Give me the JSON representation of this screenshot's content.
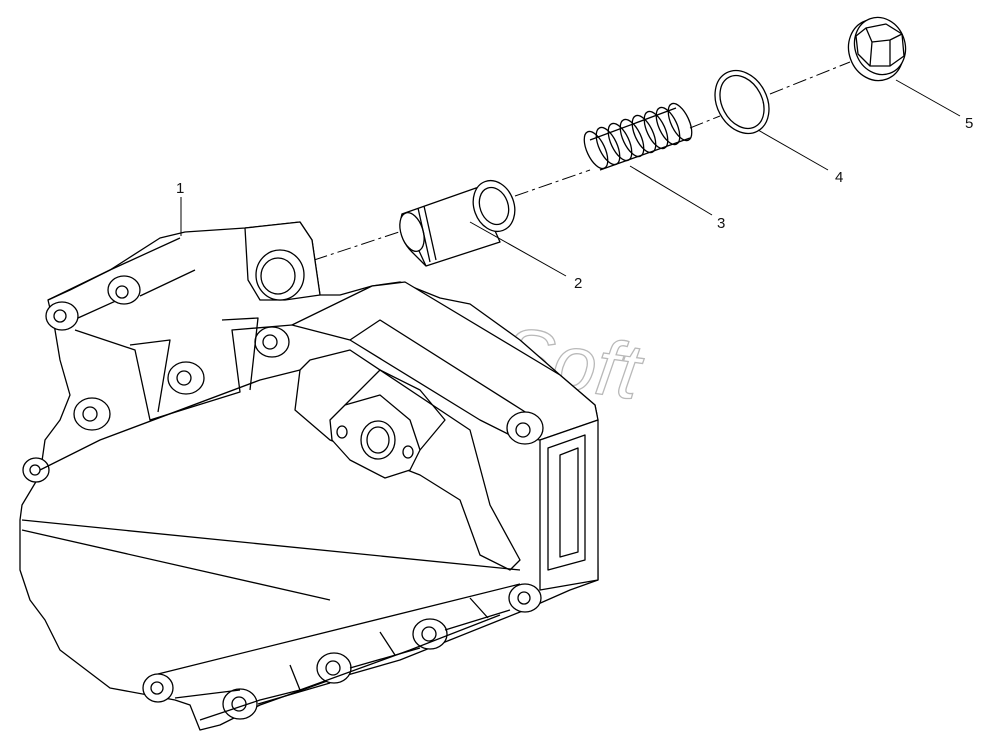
{
  "diagram": {
    "watermark": "AutoSoft",
    "callouts": [
      {
        "id": "callout-1",
        "text": "1"
      },
      {
        "id": "callout-2",
        "text": "2"
      },
      {
        "id": "callout-3",
        "text": "3"
      },
      {
        "id": "callout-4",
        "text": "4"
      },
      {
        "id": "callout-5",
        "text": "5"
      }
    ],
    "parts": [
      {
        "id": "housing",
        "icon": "valve-cover-housing-icon"
      },
      {
        "id": "sleeve",
        "icon": "valve-sleeve-icon"
      },
      {
        "id": "spring",
        "icon": "coil-spring-icon"
      },
      {
        "id": "washer",
        "icon": "sealing-ring-icon"
      },
      {
        "id": "plug",
        "icon": "hex-plug-icon"
      }
    ],
    "colors": {
      "line": "#000000",
      "watermark": "#b9b9b9",
      "background": "#ffffff"
    }
  }
}
